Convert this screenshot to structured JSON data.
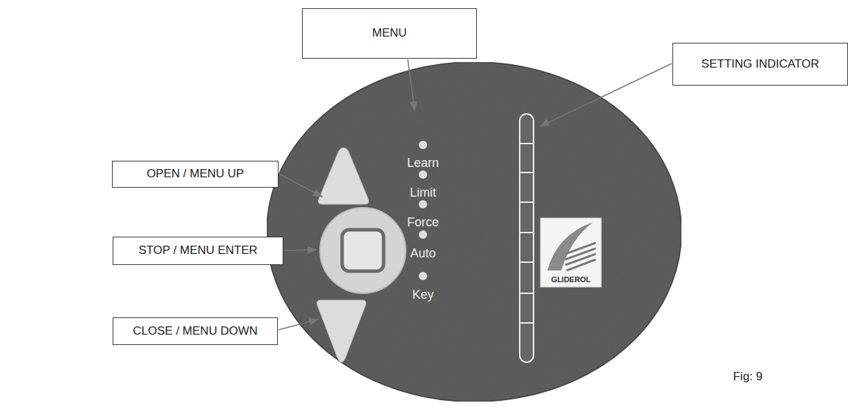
{
  "diagram": {
    "nodes": [
      {
        "text": [
          "MENU"
        ]
      },
      {
        "text": [
          "OPEN / MENU UP"
        ]
      },
      {
        "text": [
          "STOP / MENU ENTER"
        ]
      },
      {
        "text": [
          "CLOSE / MENU DOWN"
        ]
      },
      {
        "text": [
          "SETTING INDICATOR"
        ]
      }
    ],
    "labels": [
      "Learn",
      "Limit",
      "Force",
      "Auto",
      "Key",
      "GLIDEROL",
      "Fig: 9"
    ]
  }
}
